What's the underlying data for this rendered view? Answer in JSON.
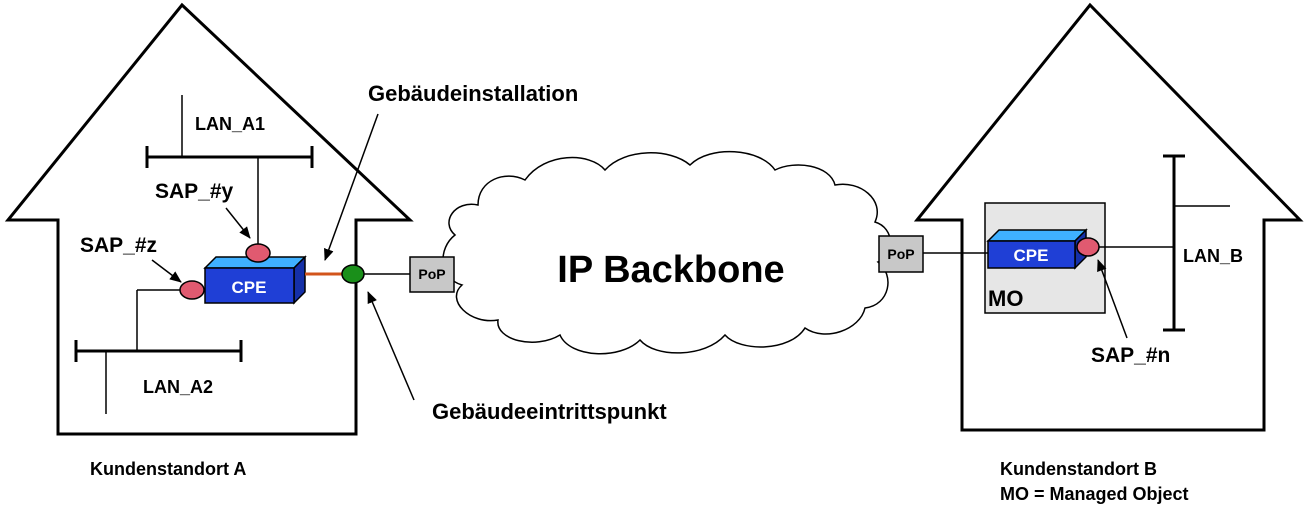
{
  "site_a": {
    "caption": "Kundenstandort A",
    "lan_a1": "LAN_A1",
    "lan_a2": "LAN_A2",
    "sap_y": "SAP_#y",
    "sap_z": "SAP_#z",
    "cpe": "CPE"
  },
  "site_b": {
    "caption": "Kundenstandort B",
    "caption2": "MO = Managed Object",
    "lan_b": "LAN_B",
    "sap_n": "SAP_#n",
    "cpe": "CPE",
    "mo": "MO"
  },
  "callouts": {
    "building_installation": "Gebäudeinstallation",
    "building_entry_point": "Gebäudeeintrittspunkt"
  },
  "backbone": {
    "label": "IP Backbone",
    "pop_left": "PoP",
    "pop_right": "PoP"
  },
  "colors": {
    "cpe_front": "#1f3fd6",
    "cpe_top": "#3fb0ff",
    "cpe_side": "#1530a8",
    "sap_red": "#e05a70",
    "entry_green": "#1a8f1a",
    "install_line": "#d2541b",
    "pop_gray": "#c8c8c8",
    "mo_box": "#e6e6e6"
  }
}
